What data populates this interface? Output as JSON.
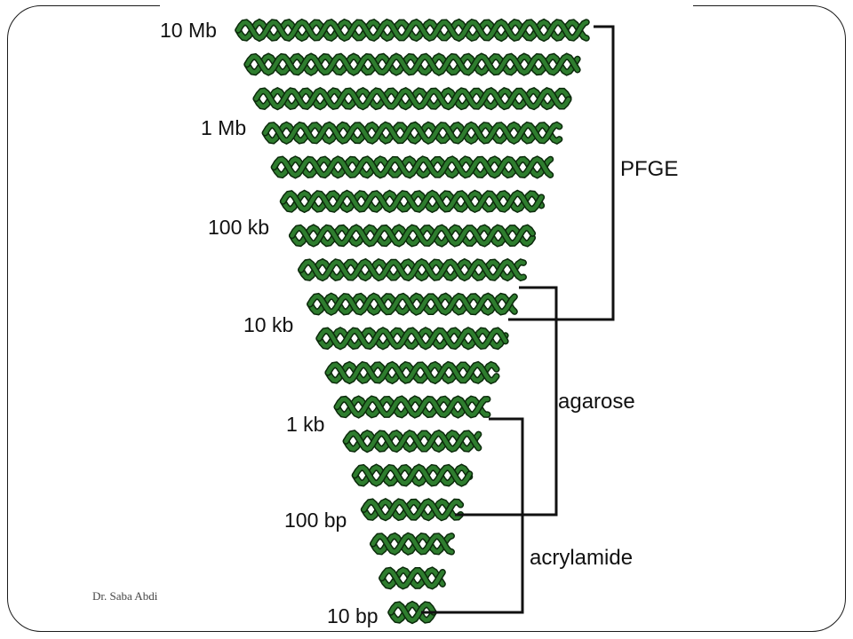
{
  "diagram": {
    "size_labels": [
      "10 Mb",
      "1 Mb",
      "100 kb",
      "10 kb",
      "1 kb",
      "100 bp",
      "10 bp"
    ],
    "methods": [
      "PFGE",
      "agarose",
      "acrylamide"
    ],
    "colors": {
      "helix_fill": "#2e7d2e",
      "helix_stroke": "#0b2a0b",
      "ink": "#111111"
    }
  },
  "footer": {
    "author": "Dr. Saba Abdi"
  }
}
